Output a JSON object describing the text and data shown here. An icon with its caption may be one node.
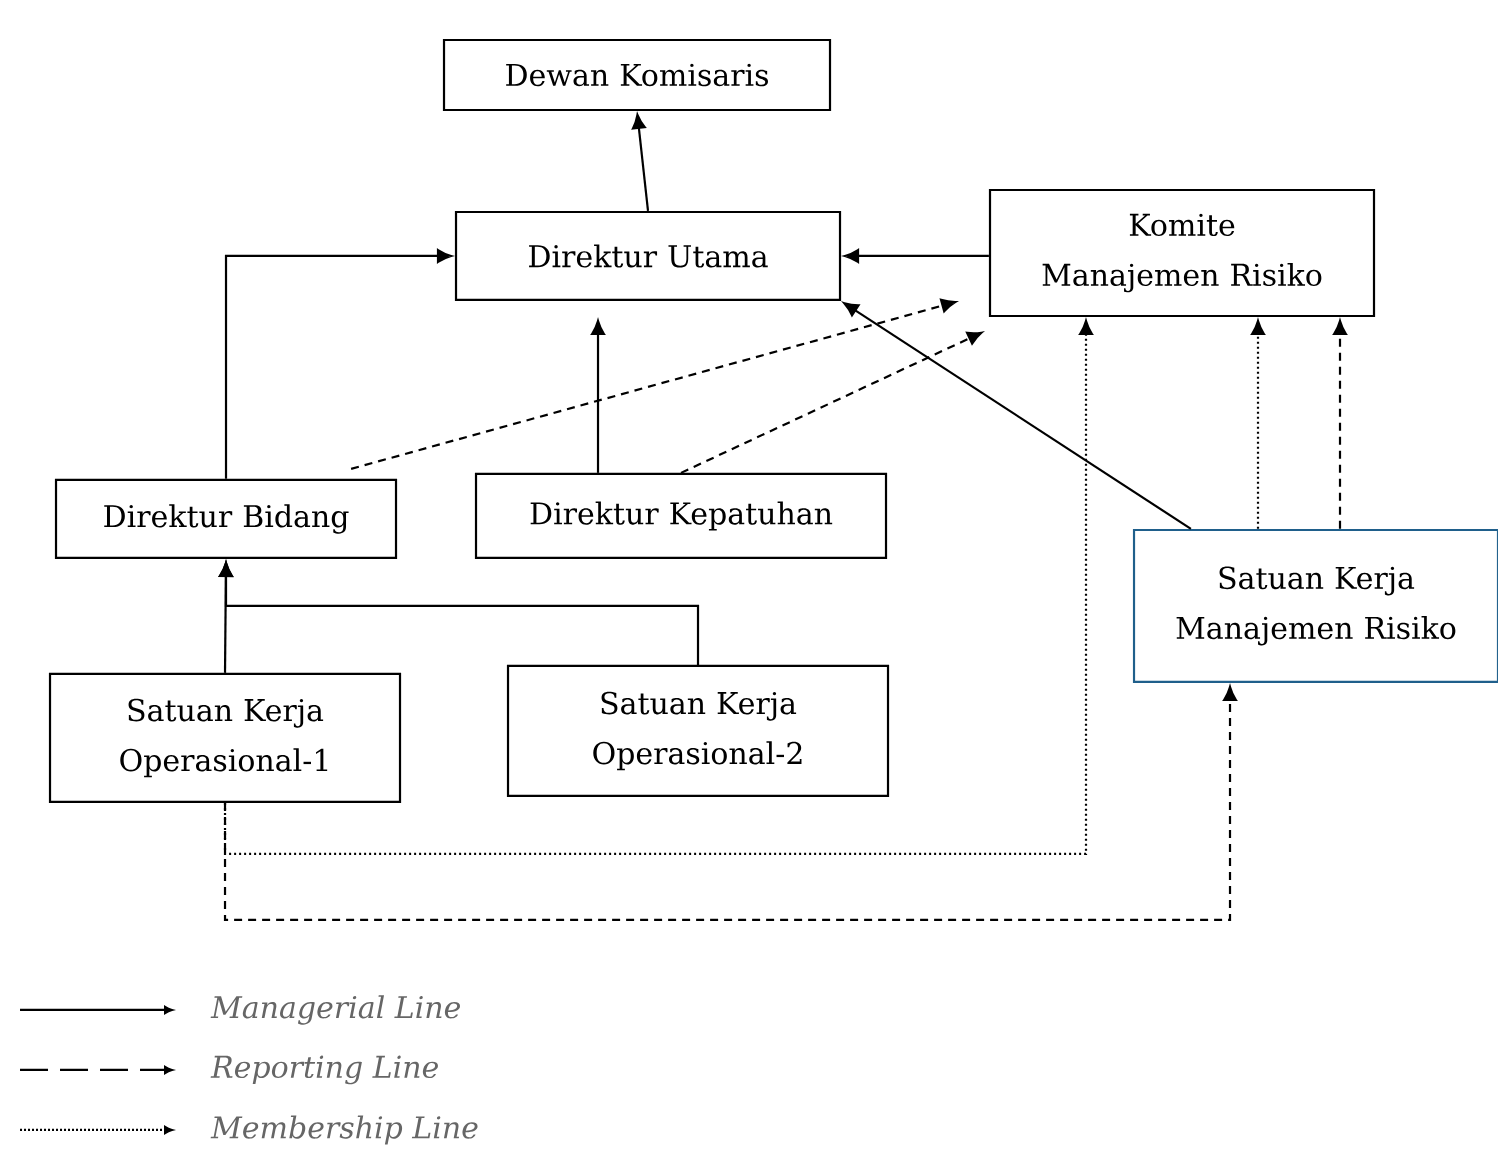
{
  "diagram": {
    "nodes": [
      {
        "text": [
          "Dewan Komisaris"
        ]
      },
      {
        "text": [
          "Direktur Utama"
        ]
      },
      {
        "text": [
          "Komite Manajemen Risiko"
        ]
      },
      {
        "text": [
          "Direktur Bidang"
        ]
      },
      {
        "text": [
          "Direktur Kepatuhan"
        ]
      },
      {
        "text": [
          "Satuan Kerja Manajemen Risiko"
        ]
      },
      {
        "text": [
          "Satuan Kerja Operasional-1"
        ]
      },
      {
        "text": [
          "Satuan Kerja Operasional-2"
        ]
      }
    ],
    "edges": [
      {
        "from": 1,
        "to": 0,
        "arrow": "to"
      },
      {
        "from": 2,
        "to": 1,
        "arrow": "to"
      },
      {
        "from": 3,
        "to": 1,
        "arrow": "to"
      },
      {
        "from": 4,
        "to": 1,
        "arrow": "to"
      },
      {
        "from": 3,
        "to": 2,
        "arrow": "to",
        "style": "dashed"
      },
      {
        "from": 4,
        "to": 2,
        "arrow": "to",
        "style": "dashed"
      },
      {
        "from": 5,
        "to": 1,
        "arrow": "to"
      },
      {
        "from": 5,
        "to": 2,
        "arrow": "to",
        "style": "dashed"
      },
      {
        "from": 5,
        "to": 2,
        "arrow": "to",
        "style": "dashed"
      },
      {
        "from": 6,
        "to": 3,
        "arrow": "to"
      },
      {
        "from": 7,
        "to": 3,
        "arrow": "to"
      },
      {
        "from": 6,
        "to": 2,
        "arrow": "to",
        "style": "dashed"
      },
      {
        "from": 6,
        "to": 5,
        "arrow": "to",
        "style": "dashed"
      }
    ],
    "legend": [
      {
        "text": "Managerial Line"
      },
      {
        "text": "Reporting Line"
      },
      {
        "text": "Membership Line"
      }
    ]
  }
}
